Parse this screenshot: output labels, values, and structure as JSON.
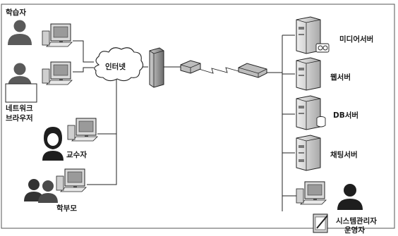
{
  "labels": {
    "learner": "학습자",
    "browser_line1": "네트워크",
    "browser_line2": "브라우저",
    "internet": "인터넷",
    "professor": "교수자",
    "parent": "학부모",
    "media_server": "미디어서버",
    "web_server": "웹서버",
    "db_server": "DB서버",
    "chat_server": "채팅서버",
    "admin_line1": "시스템관리자",
    "admin_line2": "운영자"
  },
  "colors": {
    "line": "#222222",
    "device_fill": "#d9d9d9",
    "device_dark": "#8a8a8a",
    "person_fill": "#5a5a5a"
  }
}
